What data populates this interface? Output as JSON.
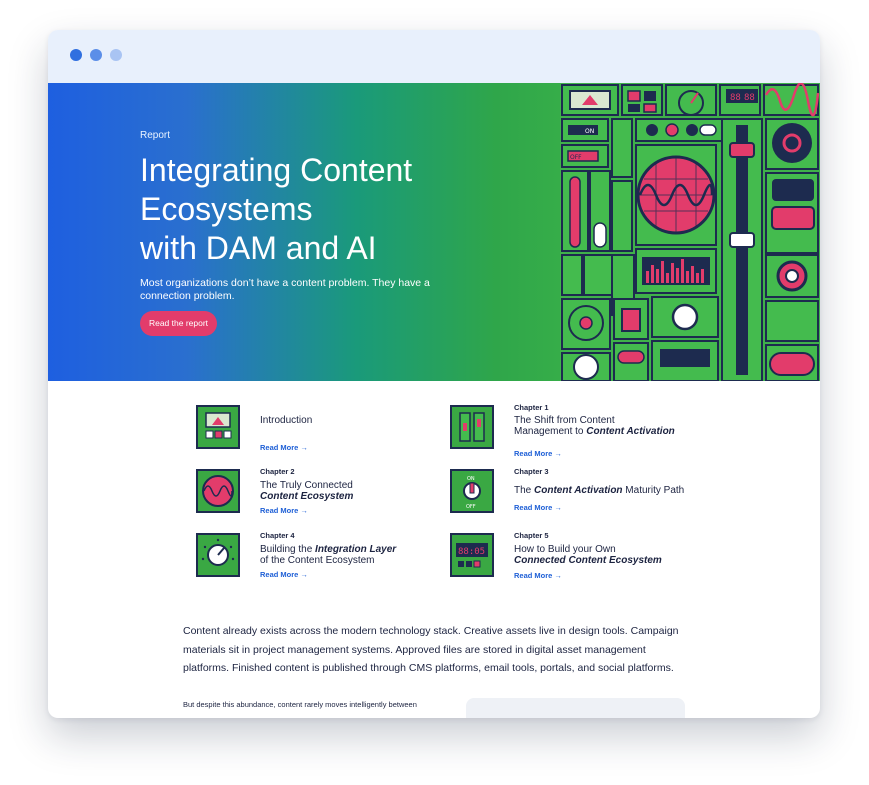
{
  "hero": {
    "label": "Report",
    "title_lines": [
      "Integrating Content",
      "Ecosystems",
      "with DAM and AI"
    ],
    "subtitle": "Most organizations don’t have a content problem. They have a connection problem.",
    "cta": "Read the report",
    "art_labels": {
      "on": "ON",
      "off": "OFF"
    }
  },
  "chapters": [
    {
      "kicker": "",
      "title_parts": [
        "Introduction"
      ],
      "link": "Read More →"
    },
    {
      "kicker": "Chapter 1",
      "title_line1": "The Shift from Content",
      "title_line2_plain": "Management to ",
      "title_line2_em": "Content Activation",
      "link": "Read More →"
    },
    {
      "kicker": "Chapter 2",
      "title_line1": "The Truly Connected",
      "title_line2_em": "Content Ecosystem",
      "link": "Read More →"
    },
    {
      "kicker": "Chapter 3",
      "title_plain_a": "The ",
      "title_em": "Content Activation",
      "title_plain_b": " Maturity Path",
      "link": "Read More →"
    },
    {
      "kicker": "Chapter 4",
      "title_line1_plain": "Building the ",
      "title_line1_em": "Integration Layer",
      "title_line2": "of the Content Ecosystem",
      "link": "Read More →"
    },
    {
      "kicker": "Chapter 5",
      "title_line1": "How to Build your Own",
      "title_line2_em": "Connected Content Ecosystem",
      "link": "Read More →"
    }
  ],
  "body": {
    "paragraph1": "Content already exists across the modern technology stack. Creative assets live in design tools. Campaign materials sit in project management systems. Approved files are stored in digital asset management platforms. Finished content is published through CMS platforms, email tools, portals, and social platforms.",
    "paragraph2": "But despite this abundance, content rarely moves intelligently between"
  },
  "icon_labels": {
    "on": "ON",
    "off": "OFF",
    "clock": "88:05"
  },
  "colors": {
    "accent": "#e23c6b",
    "link": "#1e5fd6",
    "navy": "#1d2b4f",
    "green": "#3fb24a",
    "blue": "#1e5fe0"
  }
}
